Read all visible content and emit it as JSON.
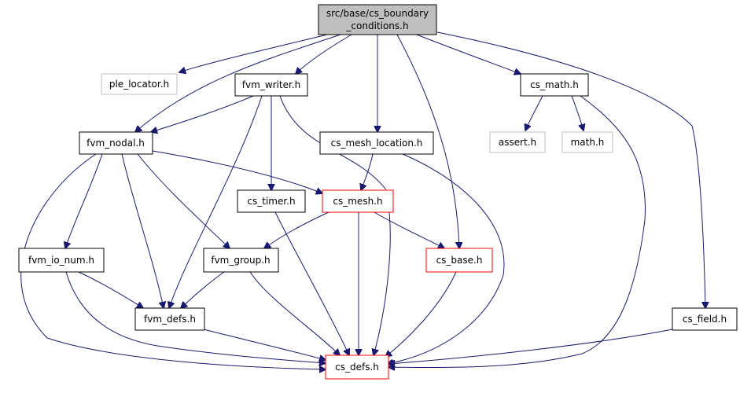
{
  "colors": {
    "edge": "#191970",
    "root_fill": "#bfbfbf",
    "root_border": "#000000",
    "default_border": "#000000",
    "external_border": "#bfbfbf",
    "has_children_border": "#ff0000",
    "text": "#000000"
  },
  "nodes": [
    {
      "id": "root",
      "lines": [
        "src/base/cs_boundary",
        "_conditions.h"
      ],
      "style": "root"
    },
    {
      "id": "ple_locator",
      "lines": [
        "ple_locator.h"
      ],
      "style": "external"
    },
    {
      "id": "fvm_writer",
      "lines": [
        "fvm_writer.h"
      ],
      "style": "default"
    },
    {
      "id": "cs_math",
      "lines": [
        "cs_math.h"
      ],
      "style": "default"
    },
    {
      "id": "fvm_nodal",
      "lines": [
        "fvm_nodal.h"
      ],
      "style": "default"
    },
    {
      "id": "cs_mesh_location",
      "lines": [
        "cs_mesh_location.h"
      ],
      "style": "default"
    },
    {
      "id": "assert",
      "lines": [
        "assert.h"
      ],
      "style": "external"
    },
    {
      "id": "math",
      "lines": [
        "math.h"
      ],
      "style": "external"
    },
    {
      "id": "cs_timer",
      "lines": [
        "cs_timer.h"
      ],
      "style": "default"
    },
    {
      "id": "cs_mesh",
      "lines": [
        "cs_mesh.h"
      ],
      "style": "has-children"
    },
    {
      "id": "fvm_io_num",
      "lines": [
        "fvm_io_num.h"
      ],
      "style": "default"
    },
    {
      "id": "fvm_group",
      "lines": [
        "fvm_group.h"
      ],
      "style": "default"
    },
    {
      "id": "cs_base",
      "lines": [
        "cs_base.h"
      ],
      "style": "has-children"
    },
    {
      "id": "fvm_defs",
      "lines": [
        "fvm_defs.h"
      ],
      "style": "default"
    },
    {
      "id": "cs_field",
      "lines": [
        "cs_field.h"
      ],
      "style": "default"
    },
    {
      "id": "cs_defs",
      "lines": [
        "cs_defs.h"
      ],
      "style": "has-children"
    }
  ],
  "edges": [
    [
      "root",
      "ple_locator"
    ],
    [
      "root",
      "fvm_writer"
    ],
    [
      "root",
      "fvm_nodal"
    ],
    [
      "root",
      "cs_mesh_location"
    ],
    [
      "root",
      "cs_base"
    ],
    [
      "root",
      "cs_math"
    ],
    [
      "root",
      "cs_field"
    ],
    [
      "fvm_writer",
      "fvm_nodal"
    ],
    [
      "fvm_writer",
      "cs_timer"
    ],
    [
      "fvm_writer",
      "fvm_defs"
    ],
    [
      "fvm_writer",
      "cs_defs"
    ],
    [
      "fvm_nodal",
      "cs_mesh"
    ],
    [
      "fvm_nodal",
      "fvm_io_num"
    ],
    [
      "fvm_nodal",
      "fvm_group"
    ],
    [
      "fvm_nodal",
      "fvm_defs"
    ],
    [
      "fvm_nodal",
      "cs_defs"
    ],
    [
      "cs_mesh_location",
      "cs_mesh"
    ],
    [
      "cs_mesh_location",
      "cs_defs"
    ],
    [
      "cs_math",
      "assert"
    ],
    [
      "cs_math",
      "math"
    ],
    [
      "cs_math",
      "cs_defs"
    ],
    [
      "cs_mesh",
      "fvm_group"
    ],
    [
      "cs_mesh",
      "cs_base"
    ],
    [
      "cs_mesh",
      "cs_defs"
    ],
    [
      "cs_timer",
      "cs_defs"
    ],
    [
      "fvm_io_num",
      "fvm_defs"
    ],
    [
      "fvm_io_num",
      "cs_defs"
    ],
    [
      "fvm_group",
      "fvm_defs"
    ],
    [
      "fvm_group",
      "cs_defs"
    ],
    [
      "cs_base",
      "cs_defs"
    ],
    [
      "fvm_defs",
      "cs_defs"
    ],
    [
      "cs_field",
      "cs_defs"
    ]
  ]
}
